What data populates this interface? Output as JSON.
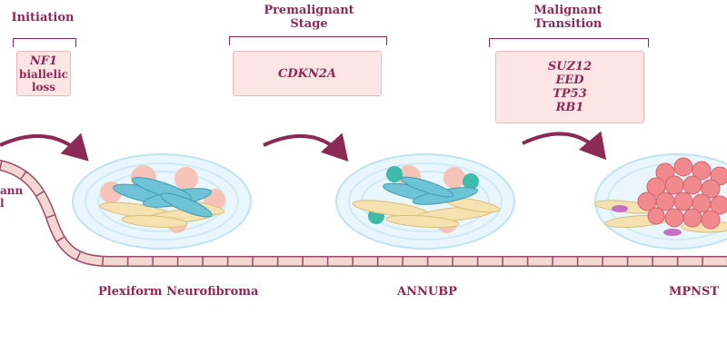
{
  "stages": [
    {
      "title": [
        "Initiation"
      ],
      "genes": [],
      "plain": [
        "biallelic",
        "loss"
      ],
      "italic_first": "NF1"
    },
    {
      "title": [
        "Premalignant",
        "Stage"
      ],
      "genes": [
        "CDKN2A"
      ]
    },
    {
      "title": [
        "Malignant",
        "Transition"
      ],
      "genes": [
        "SUZ12",
        "EED",
        "TP53",
        "RB1"
      ]
    }
  ],
  "bottom_labels": [
    "Plexiform Neurofibroma",
    "ANNUBP",
    "MPNST"
  ],
  "left_cut_label": [
    "ann",
    "l"
  ],
  "colors": {
    "accent": "#8a2a55",
    "box_fill": "#fde5e6",
    "box_border": "#f0b8bd",
    "nerve_fill": "#f3d7d3",
    "nerve_stroke": "#9a4a6a",
    "schwann_blue": "#6fc3d6",
    "cell_yellow": "#f5e2b0",
    "cell_pink": "#f6c3b8",
    "tumor_pink": "#f08a8f",
    "stroma_blue": "#d5eef6"
  }
}
